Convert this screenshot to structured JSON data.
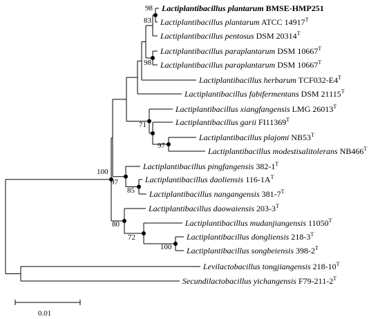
{
  "taxa": [
    {
      "id": "t1",
      "genus": "Lactiplantibacillus",
      "species": "plantarum",
      "strain": "BMSE-HMP251",
      "type": false,
      "bold": true
    },
    {
      "id": "t2",
      "genus": "Lactiplantibacillus",
      "species": "plantarum",
      "strain": "ATCC 14917",
      "type": true
    },
    {
      "id": "t3",
      "genus": "Lactiplantibacillus",
      "species": "pentosus",
      "strain": "DSM 20314",
      "type": true
    },
    {
      "id": "t4",
      "genus": "Lactiplantibacillus",
      "species": "paraplantarum",
      "strain": "DSM 10667",
      "type": true
    },
    {
      "id": "t5",
      "genus": "Lactiplantibacillus",
      "species": "paraplantarum",
      "strain": "DSM 10667",
      "type": true
    },
    {
      "id": "t6",
      "genus": "Lactiplantibacillus",
      "species": "herbarum",
      "strain": "TCF032-E4",
      "type": true
    },
    {
      "id": "t7",
      "genus": "Lactiplantibacillus",
      "species": "fabifermentans",
      "strain": "DSM 21115",
      "type": true
    },
    {
      "id": "t8",
      "genus": "Lactiplantibacillus",
      "species": "xiangfangensis",
      "strain": "LMG 26013",
      "type": true
    },
    {
      "id": "t9",
      "genus": "Lactiplantibacillus",
      "species": "garii",
      "strain": "FI11369",
      "type": true
    },
    {
      "id": "t10",
      "genus": "Lactiplantibacillus",
      "species": "plajomi",
      "strain": "NB53",
      "type": true
    },
    {
      "id": "t11",
      "genus": "Lactiplantibacillus",
      "species": "modestisalitolerans",
      "strain": "NB466",
      "type": true
    },
    {
      "id": "t12",
      "genus": "Lactiplantibacillus",
      "species": "pingfangensis",
      "strain": "382-1",
      "type": true
    },
    {
      "id": "t13",
      "genus": "Lactiplantibacillus",
      "species": "daoliensis",
      "strain": "116-1A",
      "type": true
    },
    {
      "id": "t14",
      "genus": "Lactiplantibacillus",
      "species": "nangangensis",
      "strain": "381-7",
      "type": true
    },
    {
      "id": "t15",
      "genus": "Lactiplantibacillus",
      "species": "daowaiensis",
      "strain": "203-3",
      "type": true
    },
    {
      "id": "t16",
      "genus": "Lactiplantibacillus",
      "species": "mudanjiangensis",
      "strain": "11050",
      "type": true
    },
    {
      "id": "t17",
      "genus": "Lactiplantibacillus",
      "species": "dongliensis",
      "strain": "218-3",
      "type": true
    },
    {
      "id": "t18",
      "genus": "Lactiplantibacillus",
      "species": "songbeiensis",
      "strain": "398-2",
      "type": true
    },
    {
      "id": "t19",
      "genus": "Levilactobacillus",
      "species": "tongjiangensis",
      "strain": "218-10",
      "type": true
    },
    {
      "id": "t20",
      "genus": "Secundilactobacillus",
      "species": "yichangensis",
      "strain": "F79-211-2",
      "type": true
    }
  ],
  "type_marker": "T",
  "bootstrap": [
    {
      "node": "n_98a",
      "value": "98"
    },
    {
      "node": "n_83",
      "value": "83"
    },
    {
      "node": "n_98b",
      "value": "98"
    },
    {
      "node": "n_71",
      "value": "71"
    },
    {
      "node": "n_97a",
      "value": "97"
    },
    {
      "node": "n_100a",
      "value": "100"
    },
    {
      "node": "n_97b",
      "value": "97"
    },
    {
      "node": "n_85",
      "value": "85"
    },
    {
      "node": "n_80",
      "value": "80"
    },
    {
      "node": "n_72",
      "value": "72"
    },
    {
      "node": "n_100b",
      "value": "100"
    }
  ],
  "scale_bar": {
    "label": "0.01"
  }
}
